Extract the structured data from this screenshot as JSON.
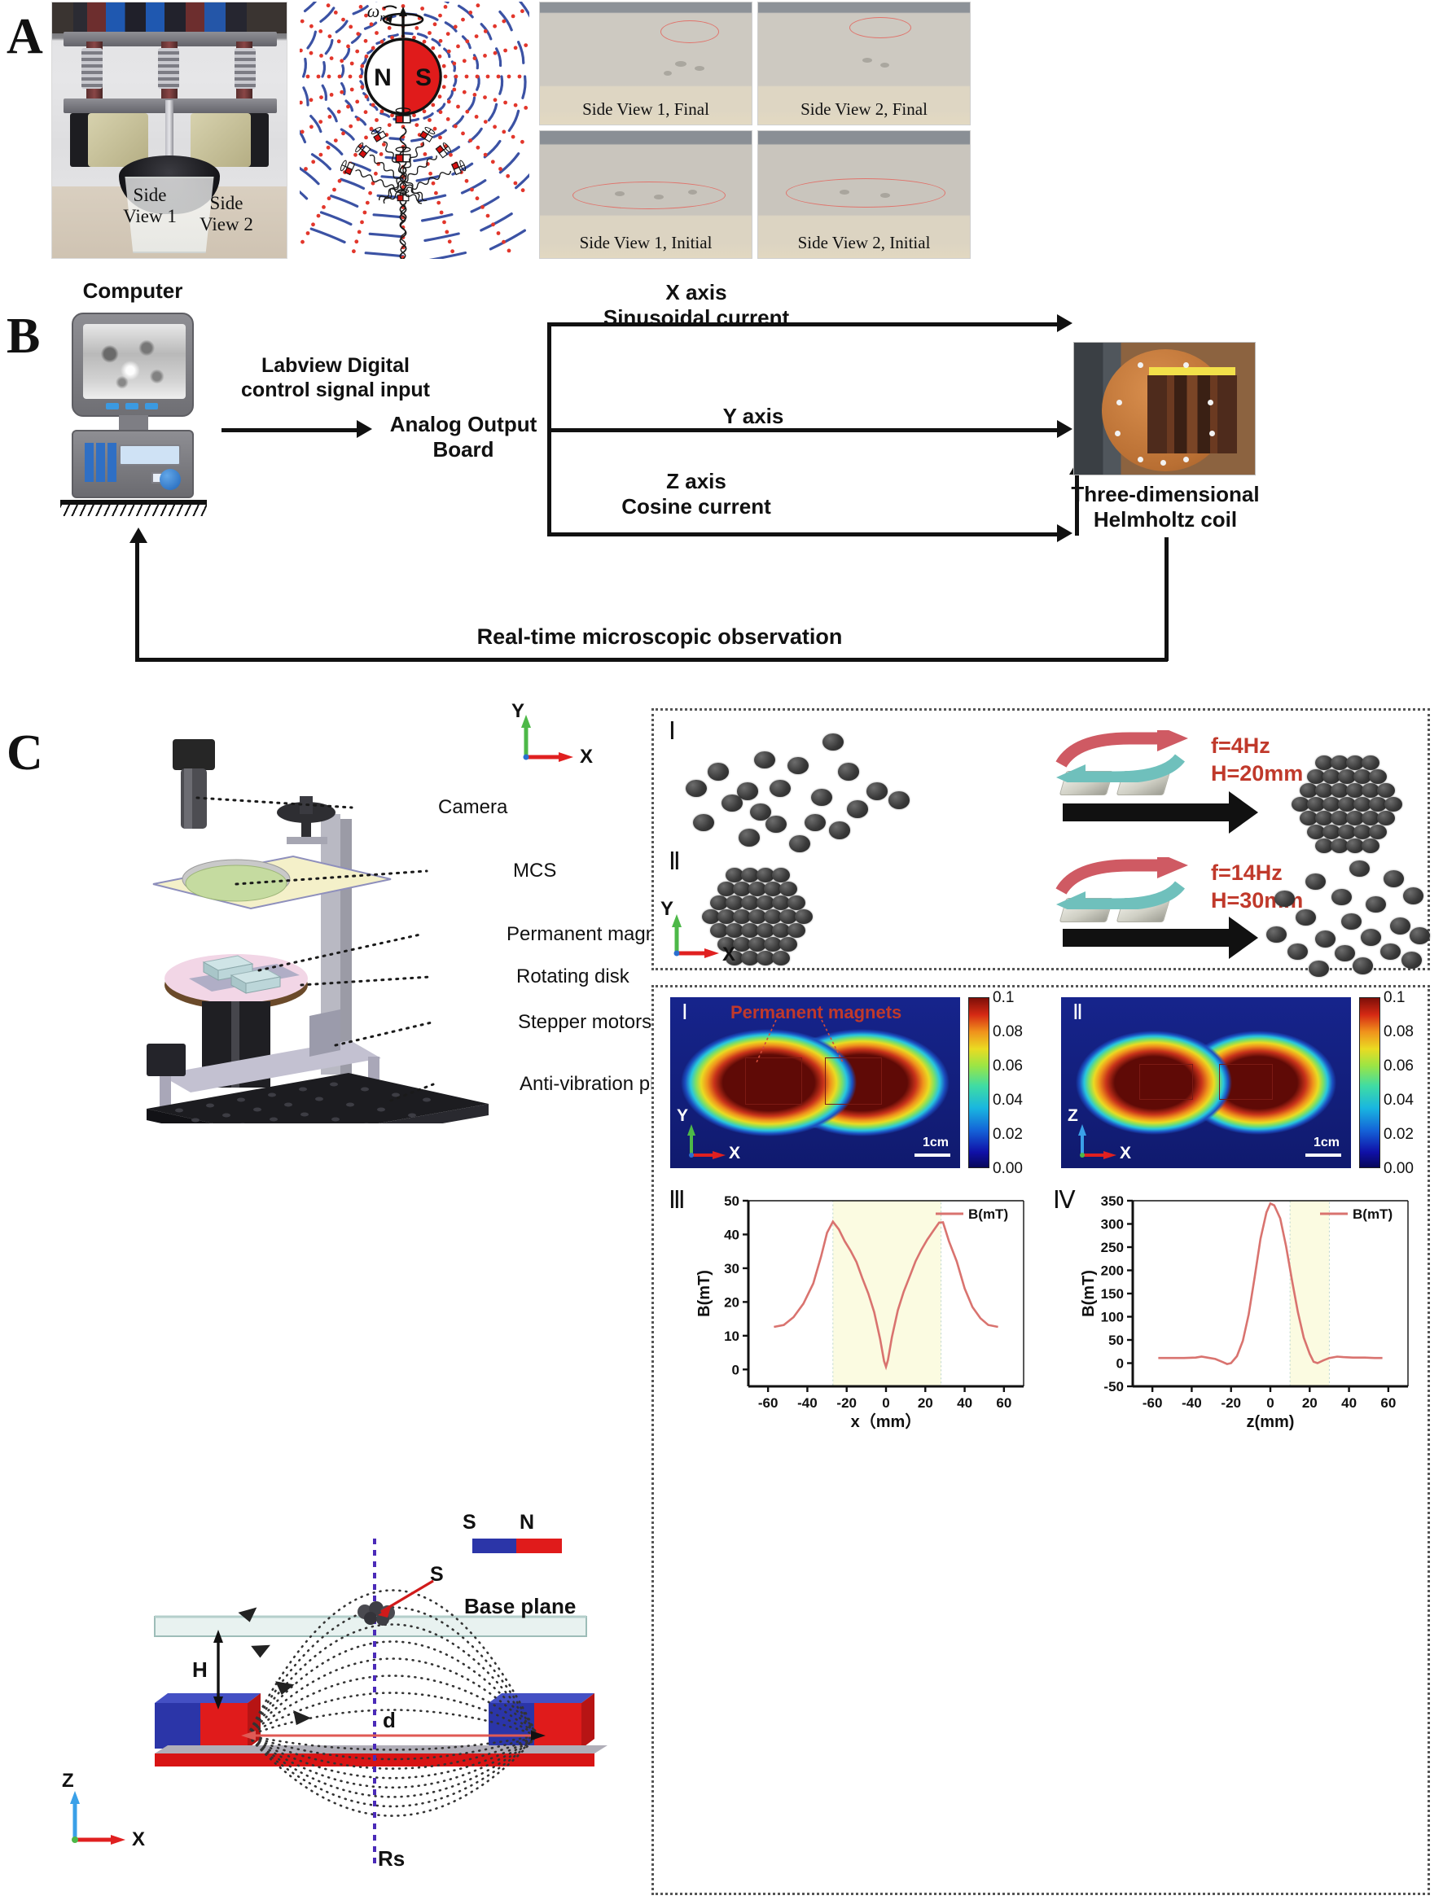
{
  "figure": {
    "panels": [
      "A",
      "B",
      "C"
    ]
  },
  "panelA": {
    "letter": "A",
    "photo1": {
      "side_view_1": "Side\nView 1",
      "side_view_1_line1": "Side",
      "side_view_1_line2": "View 1",
      "side_view_2_line1": "Side",
      "side_view_2_line2": "View 2"
    },
    "field_diagram": {
      "pole_north": "N",
      "pole_south": "S",
      "omega_label": "ω",
      "omega_sub": "m",
      "north_color": "#ffffff",
      "south_color": "#e01b1b",
      "field_line_color": "#3b52a4",
      "dot_line_color": "#e2362b"
    },
    "microscope_views": [
      {
        "caption": "Side View 1, Final"
      },
      {
        "caption": "Side View 2, Final"
      },
      {
        "caption": "Side View 1, Initial"
      },
      {
        "caption": "Side View 2, Initial"
      }
    ]
  },
  "panelB": {
    "letter": "B",
    "computer_label": "Computer",
    "signal_label_line1": "Labview Digital",
    "signal_label_line2": "control signal input",
    "analog_board_line1": "Analog Output",
    "analog_board_line2": "Board",
    "axes": [
      {
        "name": "X axis",
        "current": "Sinusoidal current"
      },
      {
        "name": "Y axis",
        "current": ""
      },
      {
        "name": "Z axis",
        "current": "Cosine current"
      }
    ],
    "coil_label_line1": "Three-dimensional",
    "coil_label_line2": "Helmholtz coil",
    "feedback_label": "Real-time microscopic observation"
  },
  "panelC": {
    "letter": "C",
    "setup": {
      "axis_y": "Y",
      "axis_x": "X",
      "axis_z": "Z",
      "callouts": [
        "Camera",
        "MCS",
        "Permanent magnets",
        "Rotating disk",
        "Stepper motors",
        "Anti-vibration platform"
      ]
    },
    "field_schematic": {
      "legend_s": "S",
      "legend_n": "N",
      "base_plane": "Base plane",
      "height_label": "H",
      "distance_label": "d",
      "swarm_label": "S",
      "rotation_axis_label": "Rs",
      "axis_z": "Z",
      "axis_x": "X",
      "south_color": "#2b35a8",
      "north_color": "#e01b1b"
    },
    "behavior_panel": {
      "row1": {
        "roman": "Ⅰ",
        "freq": "f=4Hz",
        "height": "H=20mm"
      },
      "row2": {
        "roman": "Ⅱ",
        "freq": "f=14Hz",
        "height": "H=30mm"
      },
      "axis_y": "Y",
      "axis_x": "X"
    },
    "simulation": {
      "map_I": {
        "roman": "Ⅰ",
        "annotation": "Permanent magnets",
        "axis_v": "Y",
        "axis_h": "X",
        "scalebar": "1cm"
      },
      "map_II": {
        "roman": "Ⅱ",
        "axis_v": "Z",
        "axis_h": "X",
        "scalebar": "1cm"
      },
      "colorbar_ticks": [
        "0.1",
        "0.08",
        "0.06",
        "0.04",
        "0.02",
        "0.00"
      ]
    }
  },
  "chart_data": [
    {
      "type": "line",
      "roman": "Ⅲ",
      "title": "",
      "xlabel": "x（mm）",
      "ylabel": "B(mT)",
      "legend": [
        "B(mT)"
      ],
      "legend_position": "top-right",
      "grid": false,
      "xlim": [
        -70,
        70
      ],
      "ylim": [
        -5,
        50
      ],
      "xticks": [
        -60,
        -40,
        -20,
        0,
        20,
        40,
        60
      ],
      "yticks": [
        0,
        10,
        20,
        30,
        40,
        50
      ],
      "shaded_region_x": [
        -27,
        28
      ],
      "series_color": "#d9736f",
      "x": [
        -57,
        -52,
        -47,
        -42,
        -37,
        -33,
        -30,
        -27,
        -24,
        -21,
        -18,
        -15,
        -12,
        -9,
        -6,
        -3,
        -1,
        0,
        1,
        3,
        6,
        9,
        12,
        15,
        18,
        21,
        24,
        27,
        29,
        32,
        36,
        40,
        44,
        48,
        52,
        57
      ],
      "y": [
        12.6,
        13.2,
        15.5,
        19.5,
        25.5,
        33.5,
        40.5,
        43.8,
        41.5,
        38.0,
        35.2,
        31.8,
        27.0,
        22.5,
        17.0,
        9.0,
        2.5,
        0.8,
        2.8,
        9.5,
        17.5,
        23.0,
        27.5,
        32.0,
        35.5,
        38.5,
        41.0,
        43.5,
        43.6,
        38.0,
        32.0,
        24.0,
        18.5,
        15.2,
        13.2,
        12.6
      ]
    },
    {
      "type": "line",
      "roman": "Ⅳ",
      "title": "",
      "xlabel": "z(mm)",
      "ylabel": "B(mT)",
      "legend": [
        "B(mT)"
      ],
      "legend_position": "top-right",
      "grid": false,
      "xlim": [
        -70,
        70
      ],
      "ylim": [
        -50,
        350
      ],
      "xticks": [
        -60,
        -40,
        -20,
        0,
        20,
        40,
        60
      ],
      "yticks": [
        -50,
        0,
        50,
        100,
        150,
        200,
        250,
        300,
        350
      ],
      "shaded_region_x": [
        10,
        30
      ],
      "series_color": "#d9736f",
      "x": [
        -57,
        -50,
        -44,
        -38,
        -35,
        -32,
        -28,
        -24,
        -22,
        -20,
        -17,
        -14,
        -11,
        -8,
        -5,
        -2,
        0,
        2,
        5,
        8,
        11,
        14,
        17,
        20,
        22,
        24,
        27,
        30,
        34,
        37,
        42,
        48,
        53,
        57
      ],
      "y": [
        11,
        11,
        11,
        12,
        14,
        12,
        9,
        2,
        -2,
        0,
        15,
        48,
        105,
        185,
        268,
        325,
        344,
        340,
        312,
        252,
        178,
        110,
        55,
        20,
        3,
        0,
        6,
        11,
        14,
        13,
        12,
        12,
        11,
        11
      ]
    }
  ]
}
